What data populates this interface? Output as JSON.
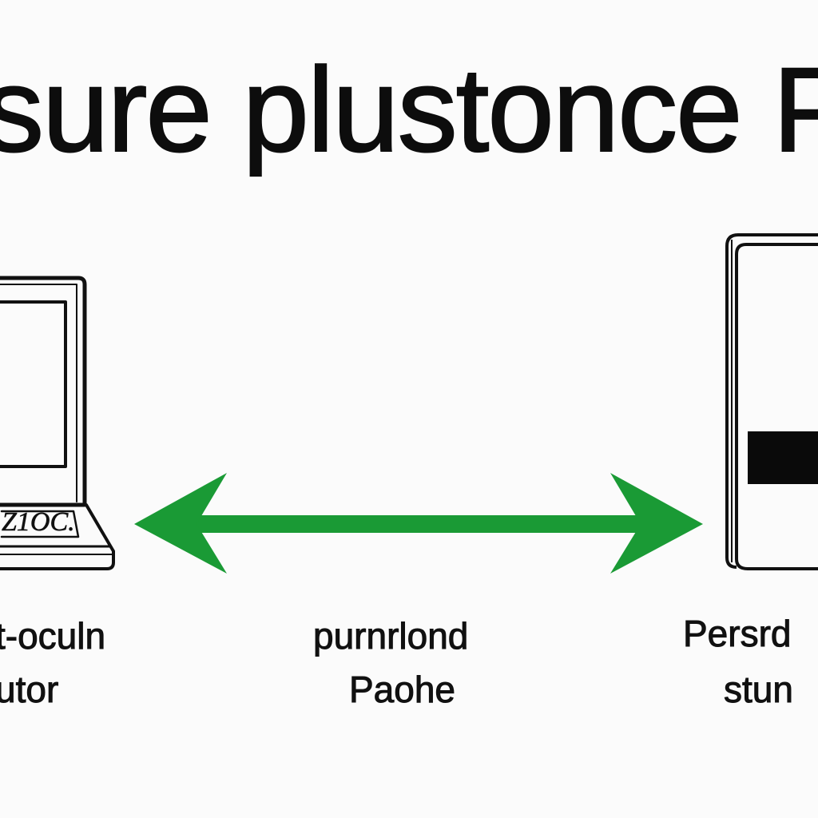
{
  "title": "sure plustonce Pas",
  "laptop": {
    "screen_text": "Z1OC."
  },
  "arrow": {
    "color": "#1a9a35"
  },
  "labels": {
    "left": [
      "t-oculn",
      "utor"
    ],
    "middle": [
      "purnrlond",
      "Paohe"
    ],
    "right": [
      "Persrd",
      "stun"
    ]
  }
}
